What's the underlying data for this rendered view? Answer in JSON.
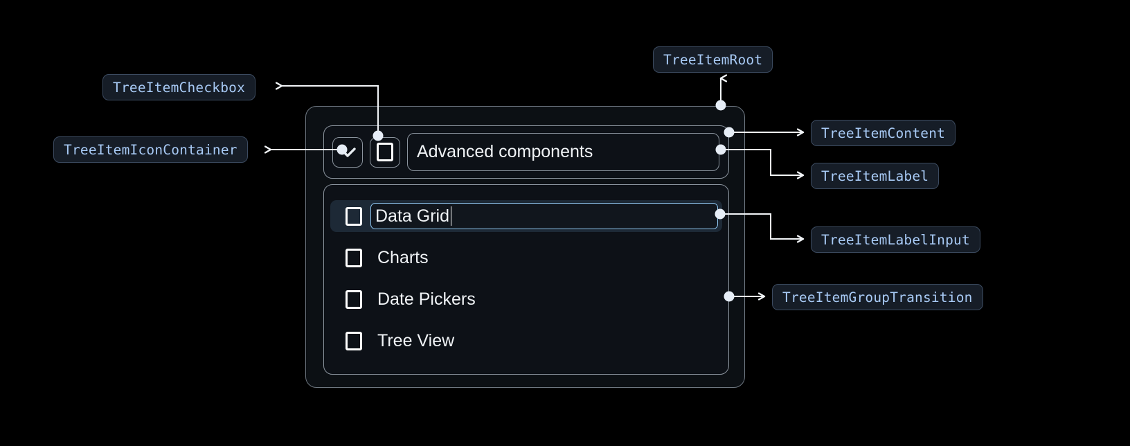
{
  "annotations": [
    {
      "id": "tree-item-checkbox",
      "label": "TreeItemCheckbox"
    },
    {
      "id": "tree-item-icon-container",
      "label": "TreeItemIconContainer"
    },
    {
      "id": "tree-item-root",
      "label": "TreeItemRoot"
    },
    {
      "id": "tree-item-content",
      "label": "TreeItemContent"
    },
    {
      "id": "tree-item-label",
      "label": "TreeItemLabel"
    },
    {
      "id": "tree-item-label-input",
      "label": "TreeItemLabelInput"
    },
    {
      "id": "tree-item-group-transition",
      "label": "TreeItemGroupTransition"
    }
  ],
  "tree": {
    "root": {
      "label": "Advanced components",
      "expand_icon": "chevron-down-icon",
      "checkbox_state": "unchecked",
      "expanded": true
    },
    "children": [
      {
        "label": "Data Grid",
        "checkbox_state": "unchecked",
        "editing": true,
        "selected": true
      },
      {
        "label": "Charts",
        "checkbox_state": "unchecked",
        "editing": false,
        "selected": false
      },
      {
        "label": "Date Pickers",
        "checkbox_state": "unchecked",
        "editing": false,
        "selected": false
      },
      {
        "label": "Tree View",
        "checkbox_state": "unchecked",
        "editing": false,
        "selected": false
      }
    ]
  },
  "colors": {
    "background": "#000000",
    "badge_bg": "#161d27",
    "badge_border": "#3c4b60",
    "badge_text": "#a8caf5",
    "frame_border": "#8b949e",
    "root_border": "#6e7781",
    "selected_row_bg": "#1d2936",
    "input_border": "#8fc6f0",
    "connector": "#f2f5f8",
    "text": "#f0f3f6"
  }
}
